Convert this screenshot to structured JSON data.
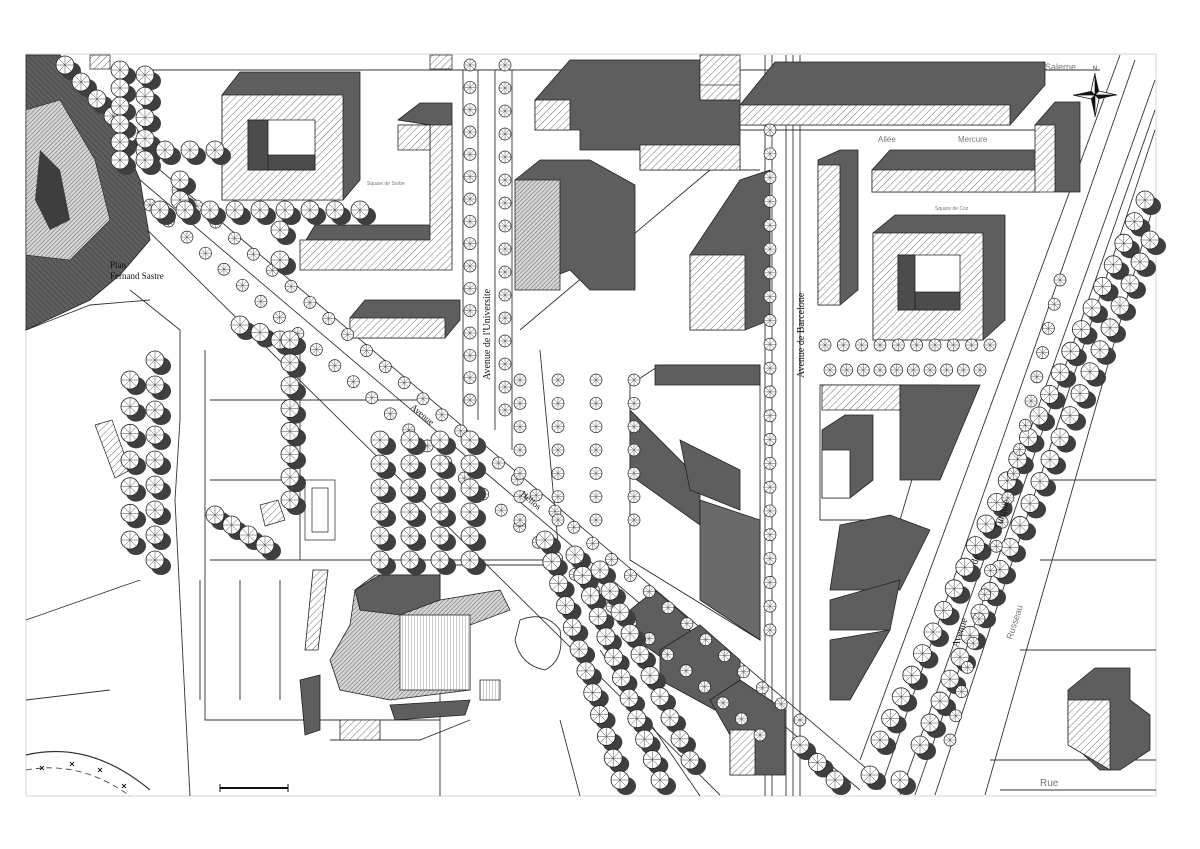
{
  "labels": {
    "place_fernand_l1": "Plan",
    "place_fernand_l2": "Fernand Sastre",
    "street_avenue_barcelone": "Avenue de Barcelone",
    "street_avenue_vertical_left": "Avenue de l'Universite",
    "street_allee_mercure_1": "Allée",
    "street_allee_mercure_2": "Mercure",
    "street_salerne": "Salerne",
    "street_rue": "Rue",
    "street_avenue_right_1": "Avenue",
    "street_avenue_right_2": "de",
    "street_avenue_right_3": "Turquie",
    "street_avenue_right_4": "Russeau",
    "square_left": "Square de Sorbe",
    "square_right": "Square de Coz",
    "diag_label_1": "Avenue",
    "diag_label_2": "Hélios"
  },
  "compass": {
    "icon": "north-arrow-icon",
    "letter": "N"
  },
  "scale_bar": {
    "icon": "scale-bar"
  },
  "colors": {
    "building_dark": "#5a5a5a",
    "building_mid": "#8a8a8a",
    "hatch": "#333333",
    "line": "#222222",
    "tree": "#444444"
  }
}
